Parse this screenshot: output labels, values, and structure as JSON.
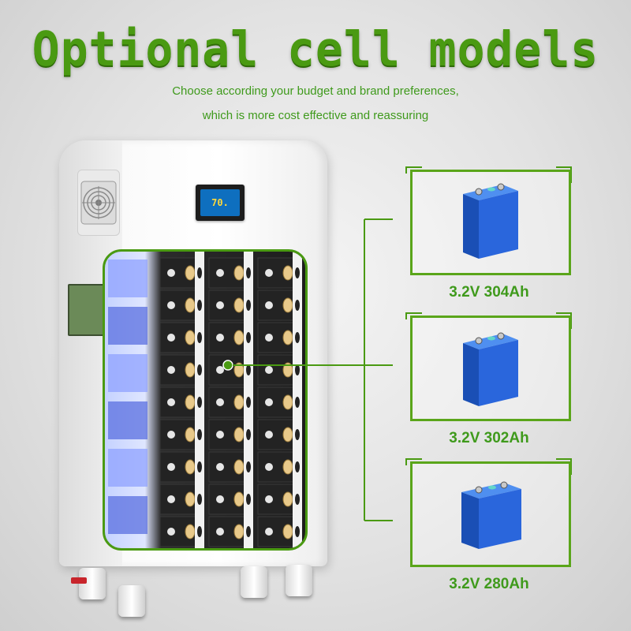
{
  "header": {
    "title": "Optional cell models",
    "subtitle_line1": "Choose according your budget and brand preferences,",
    "subtitle_line2": "which is more cost effective and reassuring"
  },
  "display": {
    "reading": "70."
  },
  "options": [
    {
      "label": "3.2V 304Ah"
    },
    {
      "label": "3.2V 302Ah"
    },
    {
      "label": "3.2V 280Ah"
    }
  ],
  "colors": {
    "accent": "#4a9a12",
    "cell_blue": "#1f5fcf",
    "lock_red": "#c8242b"
  }
}
